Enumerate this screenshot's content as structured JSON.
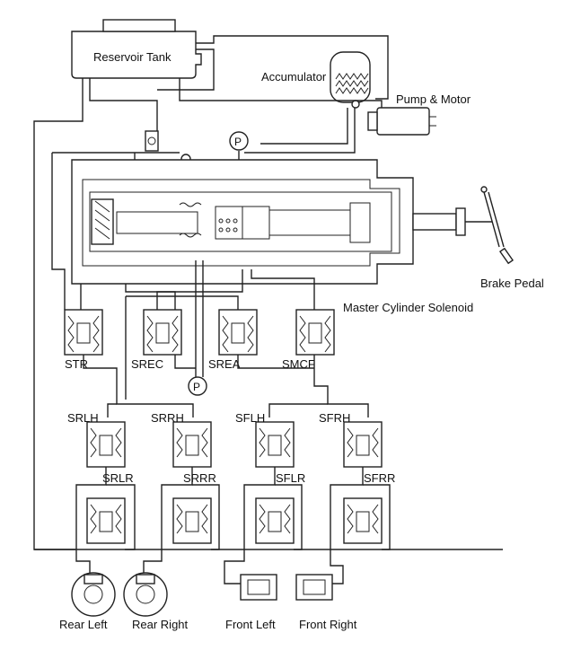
{
  "labels": {
    "reservoir_tank": "Reservoir Tank",
    "accumulator": "Accumulator",
    "pump_motor": "Pump & Motor",
    "brake_pedal": "Brake Pedal",
    "master_cylinder_solenoid": "Master Cylinder Solenoid",
    "pressure_symbol": "P"
  },
  "top_solenoids": [
    "STR",
    "SREC",
    "SREA",
    "SMCF"
  ],
  "hold_valves": [
    "SRLH",
    "SRRH",
    "SFLH",
    "SFRH"
  ],
  "reduce_valves": [
    "SRLR",
    "SRRR",
    "SFLR",
    "SFRR"
  ],
  "wheels": [
    "Rear Left",
    "Rear Right",
    "Front Left",
    "Front Right"
  ]
}
